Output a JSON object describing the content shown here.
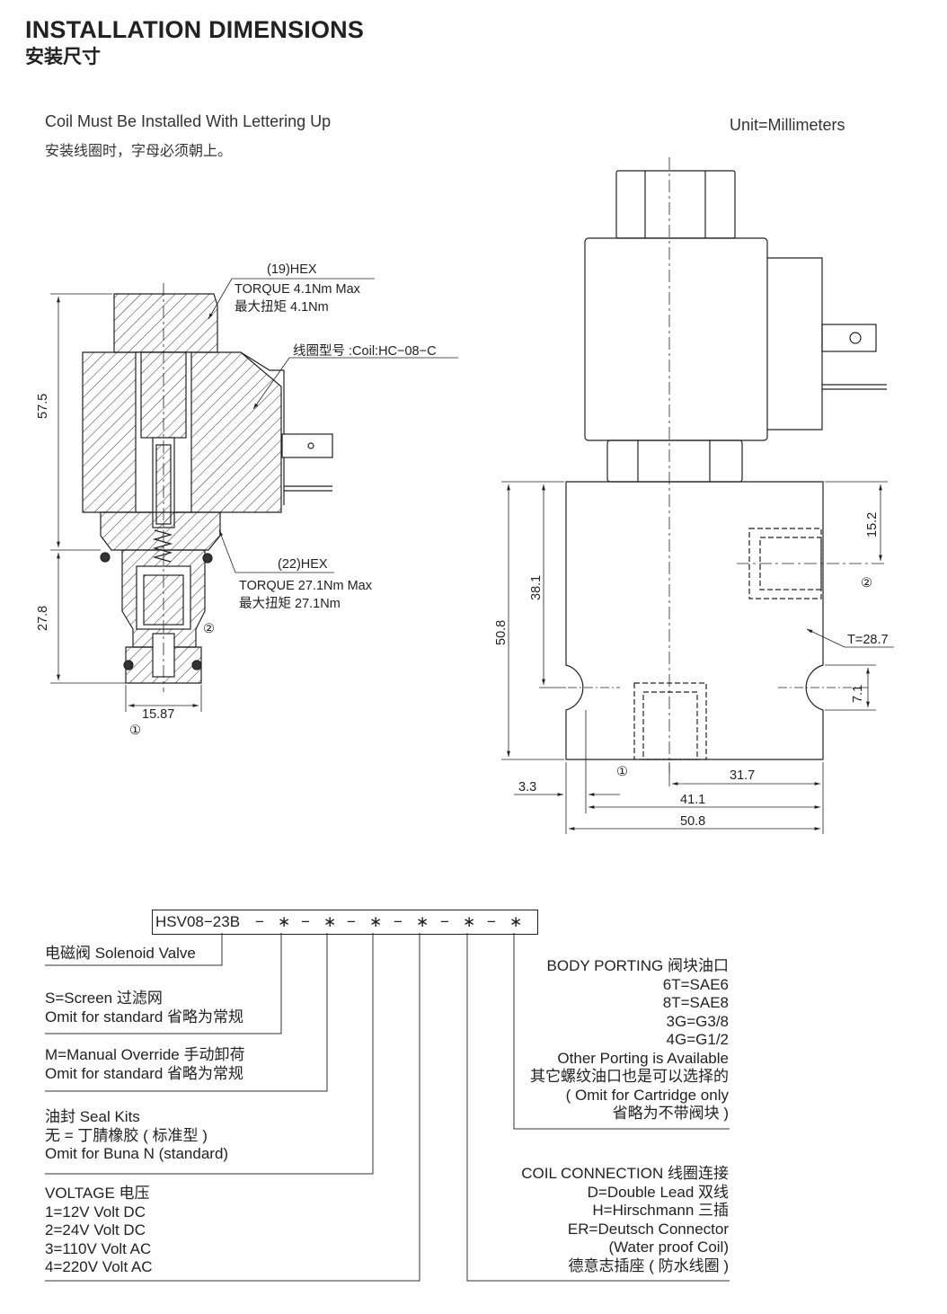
{
  "header": {
    "title_en": "INSTALLATION DIMENSIONS",
    "title_cn": "安装尺寸"
  },
  "notes": {
    "coil_en": "Coil Must Be Installed With Lettering Up",
    "coil_cn": "安装线圈时，字母必须朝上。",
    "unit": "Unit=Millimeters"
  },
  "section_view": {
    "hex19": "(19)HEX",
    "torque19_en": "TORQUE 4.1Nm Max",
    "torque19_cn": "最大扭矩 4.1Nm",
    "coil_model": "线圈型号 :Coil:HC−08−C",
    "hex22": "(22)HEX",
    "torque22_en": "TORQUE 27.1Nm Max",
    "torque22_cn": "最大扭矩 27.1Nm",
    "dim_height_upper": "57.5",
    "dim_height_lower": "27.8",
    "dim_diameter": "15.87",
    "port1": "①",
    "port2": "②"
  },
  "block_view": {
    "dim_15_2": "15.2",
    "dim_38_1": "38.1",
    "dim_50_8_v": "50.8",
    "dim_7_1": "7.1",
    "dim_t": "T=28.7",
    "dim_3_3": "3.3",
    "dim_31_7": "31.7",
    "dim_41_1": "41.1",
    "dim_50_8_h": "50.8",
    "port1": "①",
    "port2": "②"
  },
  "ordering": {
    "model": "HSV08−23B",
    "separator": "−",
    "placeholder": "∗",
    "solenoid_valve": "电磁阀 Solenoid Valve",
    "screen": [
      "S=Screen 过滤网",
      "Omit for standard 省略为常规"
    ],
    "manual": [
      "M=Manual Override 手动卸荷",
      "Omit for standard 省略为常规"
    ],
    "seal": [
      "油封 Seal Kits",
      "无 = 丁腈橡胶 ( 标准型 )",
      "Omit for Buna N (standard)"
    ],
    "voltage": [
      "VOLTAGE 电压",
      "1=12V Volt DC",
      "2=24V Volt DC",
      "3=110V Volt AC",
      "4=220V Volt AC"
    ],
    "body_porting": [
      "BODY PORTING 阀块油口",
      "6T=SAE6",
      "8T=SAE8",
      "3G=G3/8",
      "4G=G1/2",
      "Other Porting is Available",
      "其它螺纹油口也是可以选择的",
      "(  Omit for Cartridge only",
      "省略为不带阀块 )"
    ],
    "coil_connection": [
      "COIL CONNECTION 线圈连接",
      "D=Double Lead 双线",
      "H=Hirschmann 三插",
      "ER=Deutsch Connector",
      "(Water proof Coil)",
      "德意志插座 ( 防水线圈 )"
    ]
  }
}
